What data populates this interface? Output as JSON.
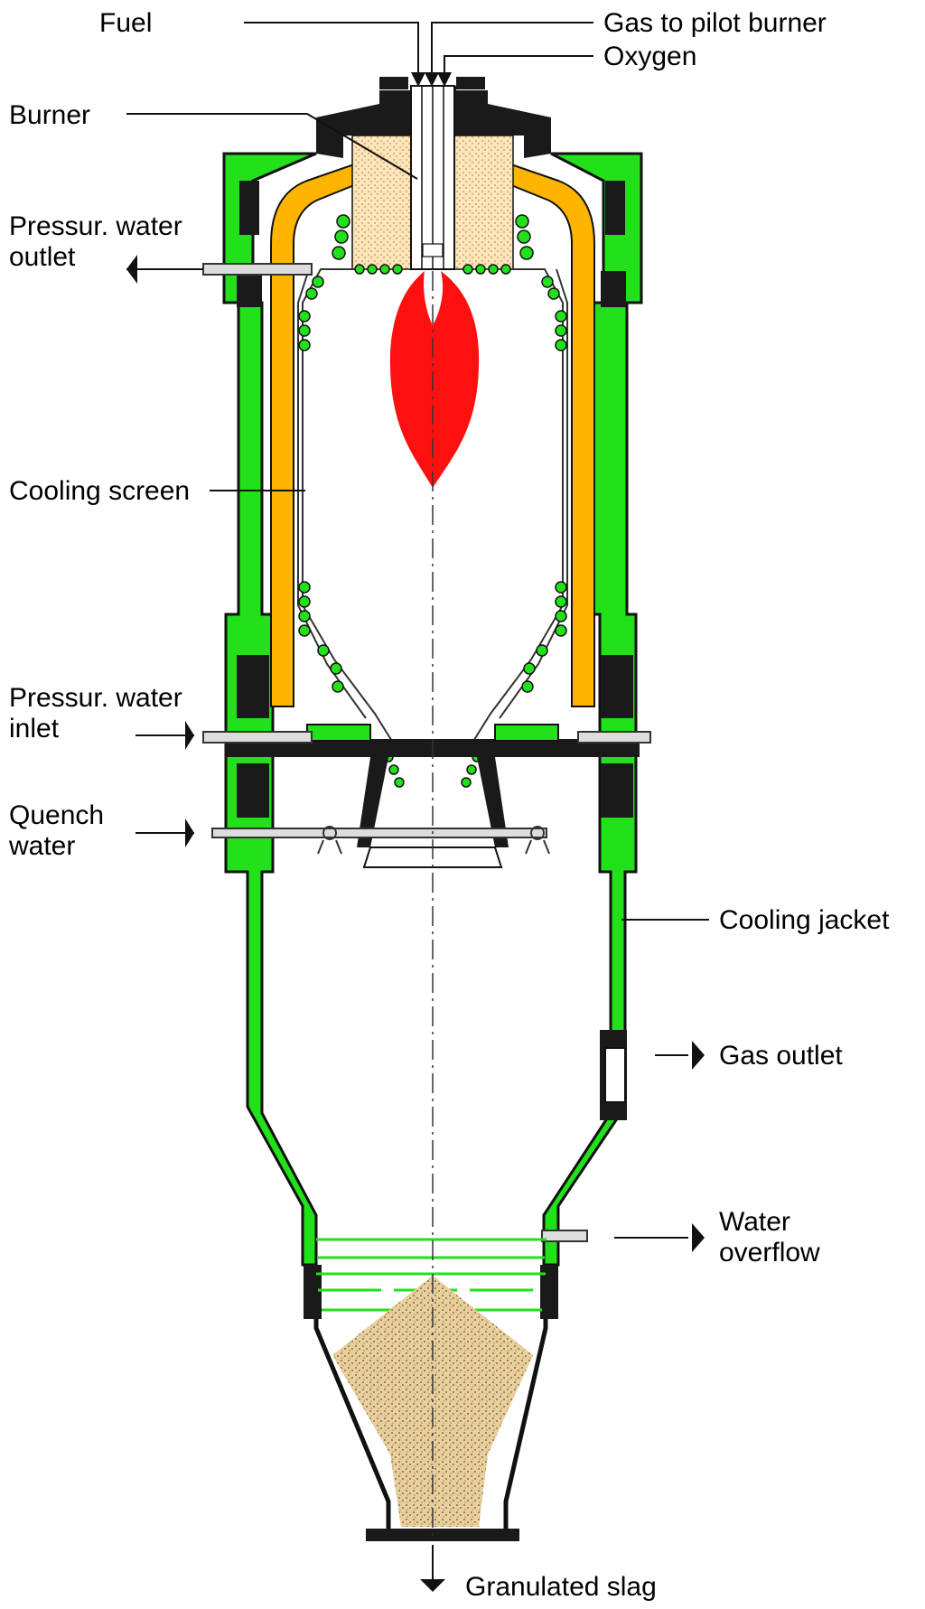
{
  "labels": {
    "fuel": "Fuel",
    "gas_to_pilot": "Gas to pilot burner",
    "oxygen": "Oxygen",
    "burner": "Burner",
    "pressur_water_outlet_1": "Pressur. water",
    "pressur_water_outlet_2": "outlet",
    "cooling_screen": "Cooling screen",
    "pressur_water_inlet_1": "Pressur. water",
    "pressur_water_inlet_2": "inlet",
    "quench_water_1": "Quench",
    "quench_water_2": "water",
    "cooling_jacket": "Cooling jacket",
    "gas_outlet": "Gas outlet",
    "water_overflow_1": "Water",
    "water_overflow_2": "overflow",
    "granulated_slag": "Granulated slag"
  },
  "colors": {
    "jacket": "#22e01a",
    "insulation": "#ffb400",
    "flame": "#ff1010",
    "slag": "#e6cfa0",
    "slag_dots": "#9a6a2a",
    "burner_fill": "#f8d9a0",
    "burner_dots": "#e0a050",
    "steel": "#111111"
  }
}
